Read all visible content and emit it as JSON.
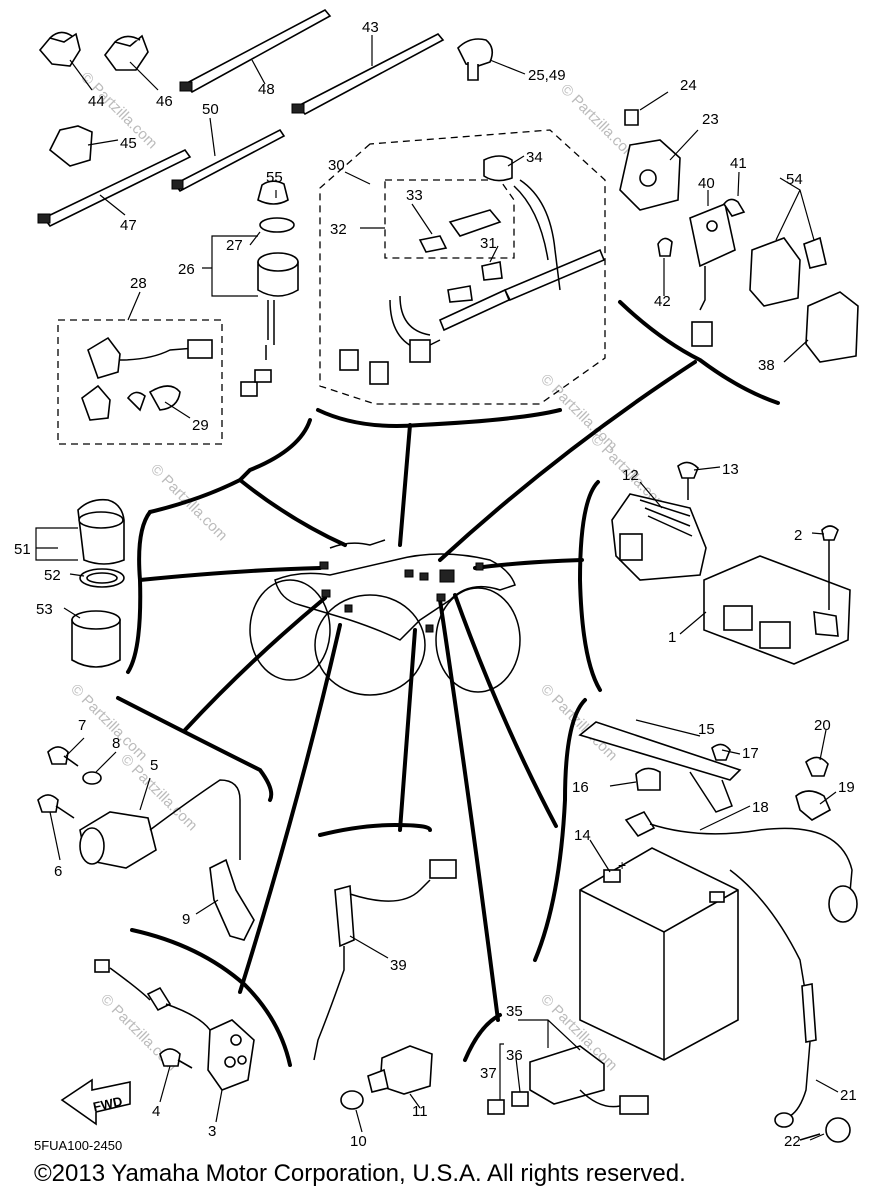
{
  "diagram": {
    "code": "5FUA100-2450",
    "copyright": "©2013 Yamaha Motor Corporation, U.S.A. All rights reserved.",
    "watermark": "© Partzilla.com",
    "fwd_label": "FWD",
    "callouts": {
      "p1": "1",
      "p2": "2",
      "p3": "3",
      "p4": "4",
      "p5": "5",
      "p6": "6",
      "p7": "7",
      "p8": "8",
      "p9": "9",
      "p10": "10",
      "p11": "11",
      "p12": "12",
      "p13": "13",
      "p14": "14",
      "p15": "15",
      "p16": "16",
      "p17": "17",
      "p18": "18",
      "p19": "19",
      "p20": "20",
      "p21": "21",
      "p22": "22",
      "p23": "23",
      "p24": "24",
      "p2549": "25,49",
      "p26": "26",
      "p27": "27",
      "p28": "28",
      "p29": "29",
      "p30": "30",
      "p31": "31",
      "p32": "32",
      "p33": "33",
      "p34": "34",
      "p35": "35",
      "p36": "36",
      "p37": "37",
      "p38": "38",
      "p39": "39",
      "p40": "40",
      "p41": "41",
      "p42": "42",
      "p43": "43",
      "p44": "44",
      "p45": "45",
      "p46": "46",
      "p47": "47",
      "p48": "48",
      "p50": "50",
      "p51": "51",
      "p52": "52",
      "p53": "53",
      "p54": "54",
      "p55": "55"
    }
  }
}
